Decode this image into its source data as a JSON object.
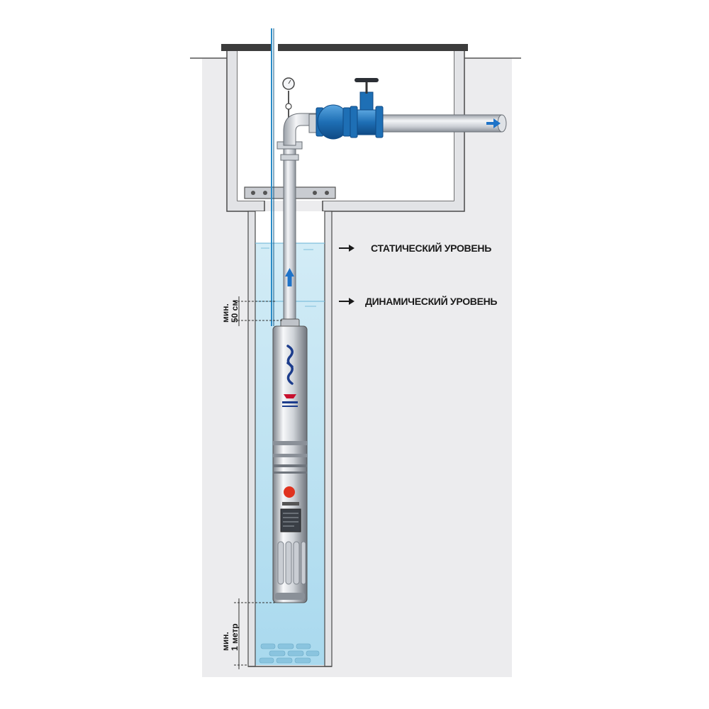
{
  "labels": {
    "static_level": "СТАТИЧЕСКИЙ УРОВЕНЬ",
    "dynamic_level": "ДИНАМИЧЕСКИЙ УРОВЕНЬ",
    "min_50cm_line1": "мин.",
    "min_50cm_line2": "50 см",
    "min_1m_line1": "мин.",
    "min_1m_line2": "1 метр"
  },
  "colors": {
    "ground": "#ececee",
    "wall": "#ebebed",
    "wall_edge": "#4a4a4a",
    "water": "#bfe3f1",
    "water_deep": "#9fd3ea",
    "pipe": "#d9dce0",
    "pipe_edge": "#6a6f76",
    "valve_blue": "#1e6fb5",
    "cable": "#2a8cc8",
    "arrow_blue": "#1e73c8"
  }
}
